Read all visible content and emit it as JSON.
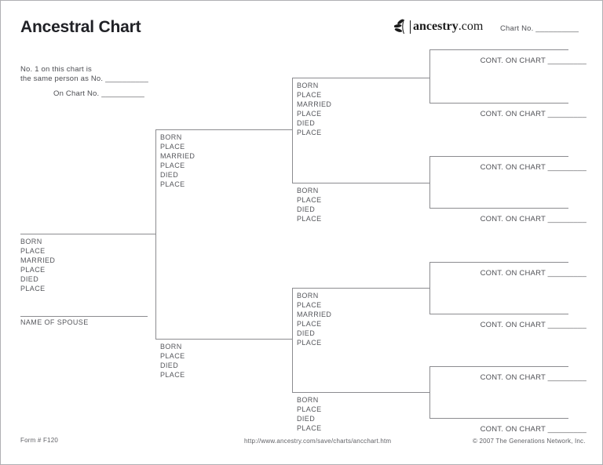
{
  "header": {
    "title": "Ancestral Chart",
    "brand": {
      "icon": "ancestry-leaf-icon",
      "name_bold": "ancestry",
      "name_suffix": ".com"
    },
    "chart_no": "Chart No. __________"
  },
  "notes": {
    "line1": "No. 1 on this chart is",
    "line2": "the same person as No. __________",
    "on_chart": "On Chart No. __________"
  },
  "tree": {
    "cont_label": "CONT. ON CHART _________",
    "person1": {
      "fields": [
        "BORN",
        "PLACE",
        "MARRIED",
        "PLACE",
        "DIED",
        "PLACE"
      ],
      "spouse_label": "NAME OF SPOUSE"
    },
    "father": {
      "fields": [
        "BORN",
        "PLACE",
        "MARRIED",
        "PLACE",
        "DIED",
        "PLACE"
      ]
    },
    "mother": {
      "fields": [
        "BORN",
        "PLACE",
        "DIED",
        "PLACE"
      ]
    },
    "paternal_grandfather": {
      "fields": [
        "BORN",
        "PLACE",
        "MARRIED",
        "PLACE",
        "DIED",
        "PLACE"
      ]
    },
    "paternal_grandmother": {
      "fields": [
        "BORN",
        "PLACE",
        "DIED",
        "PLACE"
      ]
    },
    "maternal_grandfather": {
      "fields": [
        "BORN",
        "PLACE",
        "MARRIED",
        "PLACE",
        "DIED",
        "PLACE"
      ]
    },
    "maternal_grandmother": {
      "fields": [
        "BORN",
        "PLACE",
        "DIED",
        "PLACE"
      ]
    }
  },
  "footer": {
    "form_number": "Form # F120",
    "url": "http://www.ancestry.com/save/charts/ancchart.htm",
    "copyright": "© 2007 The Generations Network, Inc."
  },
  "colors": {
    "line": "#8c8c90",
    "label_text": "#56575c",
    "title_text": "#202126",
    "logo_ink": "#1a1a1a"
  }
}
